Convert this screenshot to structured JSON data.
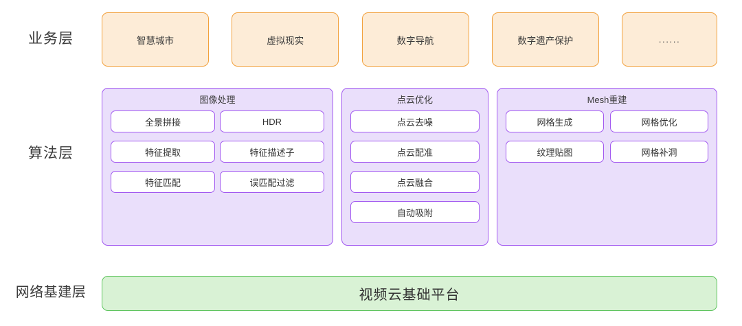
{
  "layers": [
    {
      "label": "业务层"
    },
    {
      "label": "算法层"
    },
    {
      "label": "网络基建层"
    }
  ],
  "business": {
    "label": "业务层",
    "cards": [
      {
        "label": "智慧城市"
      },
      {
        "label": "虚拟现实"
      },
      {
        "label": "数字导航"
      },
      {
        "label": "数字遗产保护"
      },
      {
        "label": "......"
      }
    ]
  },
  "algorithm": {
    "label": "算法层",
    "groups": [
      {
        "title": "图像处理",
        "items": [
          {
            "label": "全景拼接"
          },
          {
            "label": "HDR"
          },
          {
            "label": "特征提取"
          },
          {
            "label": "特征描述子"
          },
          {
            "label": "特征匹配"
          },
          {
            "label": "误匹配过滤"
          }
        ]
      },
      {
        "title": "点云优化",
        "items": [
          {
            "label": "点云去噪"
          },
          {
            "label": "点云配准"
          },
          {
            "label": "点云融合"
          },
          {
            "label": "自动吸附"
          }
        ]
      },
      {
        "title": "Mesh重建",
        "items": [
          {
            "label": "网格生成"
          },
          {
            "label": "网格优化"
          },
          {
            "label": "纹理贴图"
          },
          {
            "label": "网格补洞"
          }
        ]
      }
    ]
  },
  "network": {
    "label": "网络基建层",
    "platform": "视频云基础平台"
  },
  "colors": {
    "business_fill": "#fdecd7",
    "business_border": "#f2a13c",
    "algorithm_fill": "#eadffb",
    "algorithm_border": "#a259f0",
    "chip_fill": "#ffffff",
    "network_fill": "#d9f2d5",
    "network_border": "#5ec45e",
    "text": "#333333",
    "background": "#ffffff"
  }
}
